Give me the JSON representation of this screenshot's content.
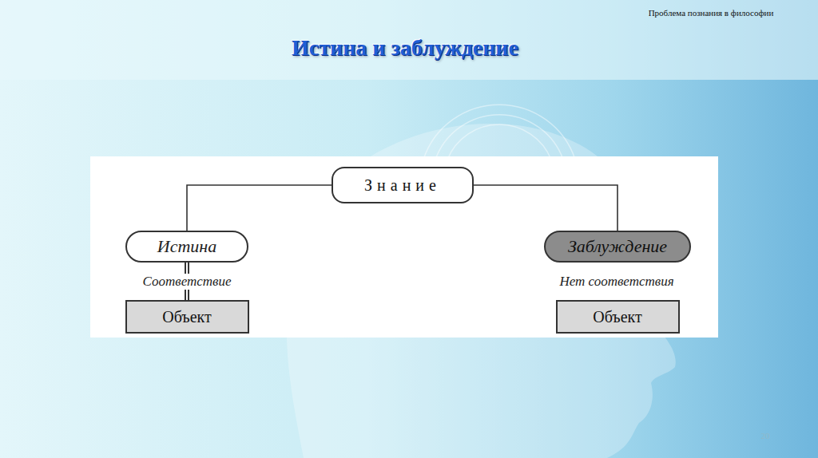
{
  "diagram": {
    "title": "Истина и заблуждение",
    "nodes": [
      {
        "text": [
          "Знание"
        ]
      },
      {
        "text": [
          "Истина"
        ]
      },
      {
        "text": [
          "Заблуждение"
        ]
      },
      {
        "text": [
          "Объект"
        ]
      },
      {
        "text": [
          "Объект"
        ]
      }
    ],
    "edges": [
      {
        "from": 0,
        "to": 1,
        "arrow": "none"
      },
      {
        "from": 0,
        "to": 2,
        "arrow": "none"
      },
      {
        "from": 1,
        "to": 3,
        "label": "Соответствие",
        "arrow": "none"
      }
    ],
    "labels": [
      "Проблема познания в философии",
      "Нет соответствия",
      "20"
    ]
  }
}
